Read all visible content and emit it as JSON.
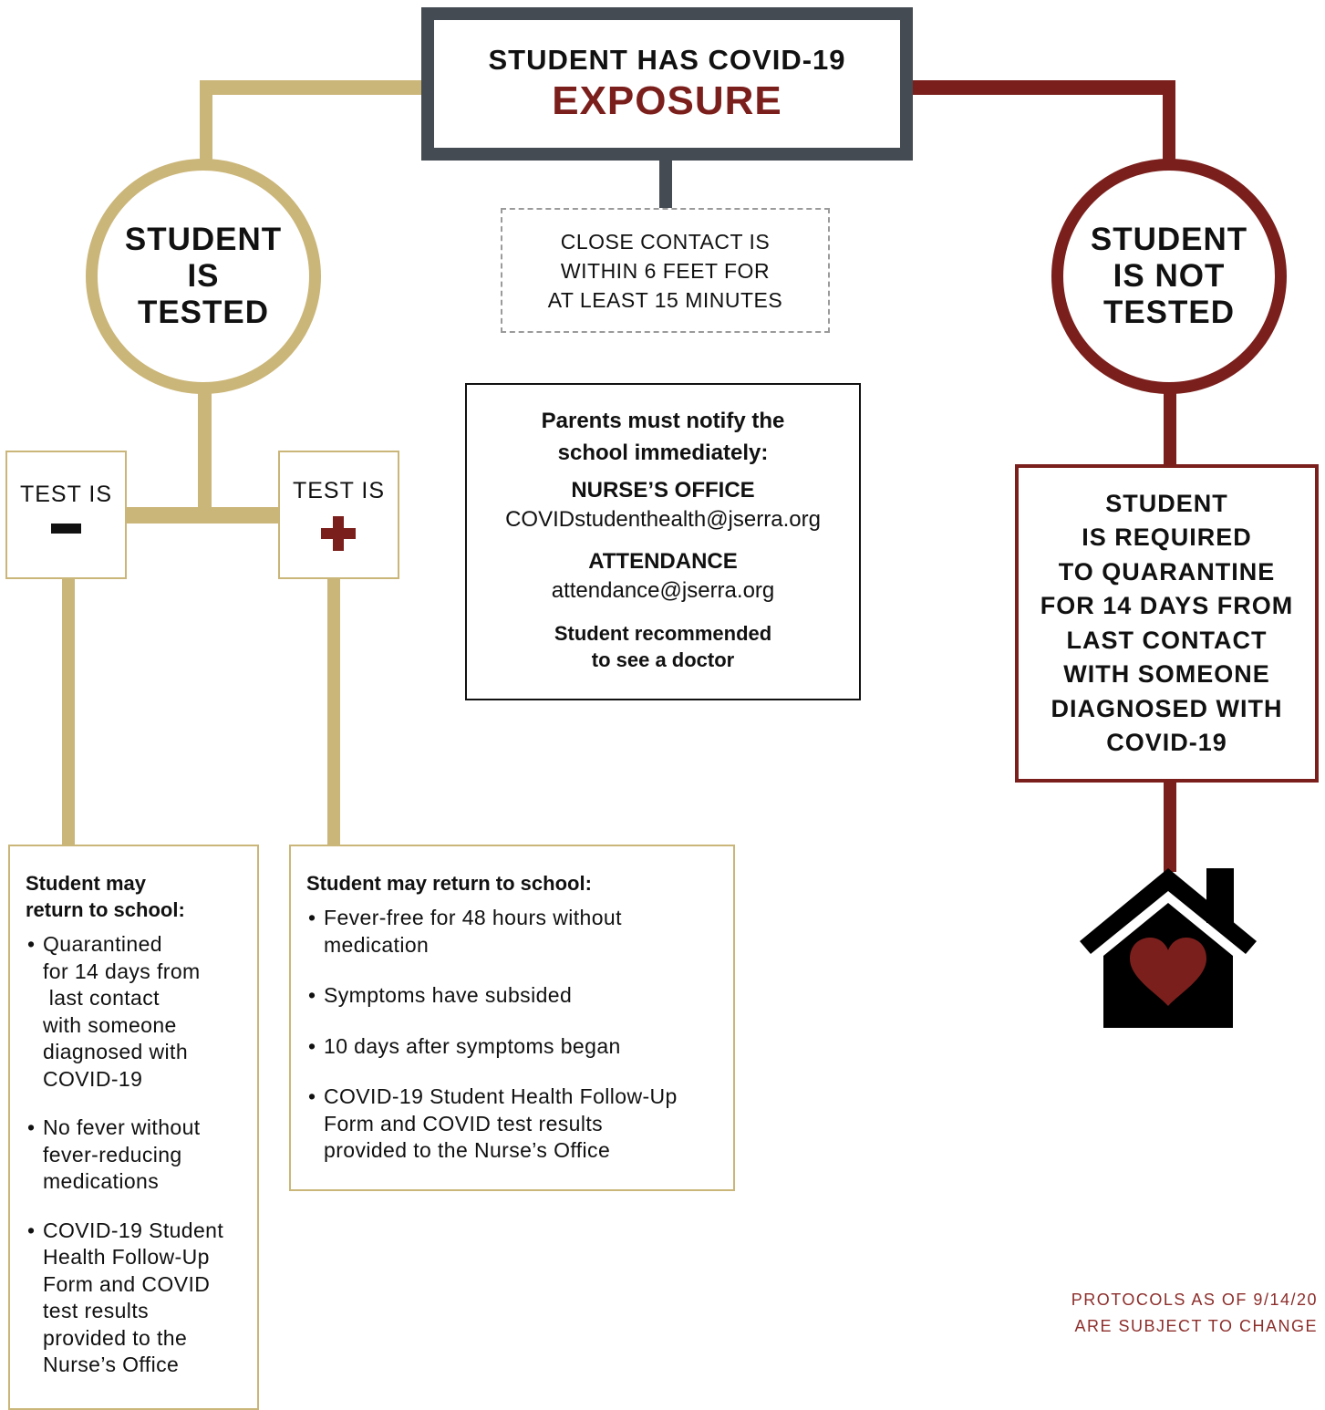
{
  "exposure": {
    "line1": "STUDENT HAS COVID-19",
    "line2": "EXPOSURE"
  },
  "definition": {
    "lines": [
      "CLOSE CONTACT IS",
      "WITHIN 6 FEET FOR",
      "AT LEAST 15 MINUTES"
    ]
  },
  "tested": {
    "line1": "STUDENT",
    "line2": "IS",
    "line3": "TESTED"
  },
  "not_tested": {
    "line1": "STUDENT",
    "line2a": "IS ",
    "line2b": "NOT",
    "line3": "TESTED"
  },
  "notify": {
    "intro_lines": [
      "Parents must notify the",
      "school immediately:"
    ],
    "nurse_heading": "NURSE’S OFFICE",
    "nurse_email": "COVIDstudenthealth@jserra.org",
    "attendance_heading": "ATTENDANCE",
    "attendance_email": "attendance@jserra.org",
    "doctor_lines": [
      "Student recommended",
      "to see a doctor"
    ]
  },
  "test_negative": {
    "label": "TEST IS",
    "symbol": "minus-icon"
  },
  "test_positive": {
    "label": "TEST IS",
    "symbol": "plus-icon"
  },
  "quarantine": {
    "lines": [
      "STUDENT",
      "IS REQUIRED",
      "TO QUARANTINE",
      "FOR 14 DAYS FROM",
      "LAST CONTACT",
      "WITH SOMEONE",
      "DIAGNOSED WITH",
      "COVID-19"
    ]
  },
  "return_negative": {
    "heading_lines": [
      "Student may",
      "return to school:"
    ],
    "items": [
      [
        "Quarantined",
        "for 14 days from",
        " last contact",
        "with someone",
        "diagnosed with",
        "COVID-19"
      ],
      [
        "No fever without",
        "fever-reducing",
        "medications"
      ],
      [
        "COVID-19 Student",
        "Health Follow-Up",
        "Form and COVID",
        "test results",
        "provided to the",
        "Nurse’s Office"
      ]
    ]
  },
  "return_positive": {
    "heading": "Student may return to school:",
    "items": [
      [
        "Fever-free for 48 hours without",
        "medication"
      ],
      [
        "Symptoms have subsided"
      ],
      [
        "10 days after symptoms began"
      ],
      [
        "COVID-19 Student Health Follow-Up",
        "Form and COVID test results",
        "provided to the Nurse’s Office"
      ]
    ]
  },
  "home_icon": "house-heart-icon",
  "footer": {
    "line1": "PROTOCOLS AS OF 9/14/20",
    "line2": "ARE SUBJECT TO CHANGE"
  },
  "colors": {
    "gold": "#cbb679",
    "maroon": "#7b1f1c",
    "slate": "#454b53"
  }
}
